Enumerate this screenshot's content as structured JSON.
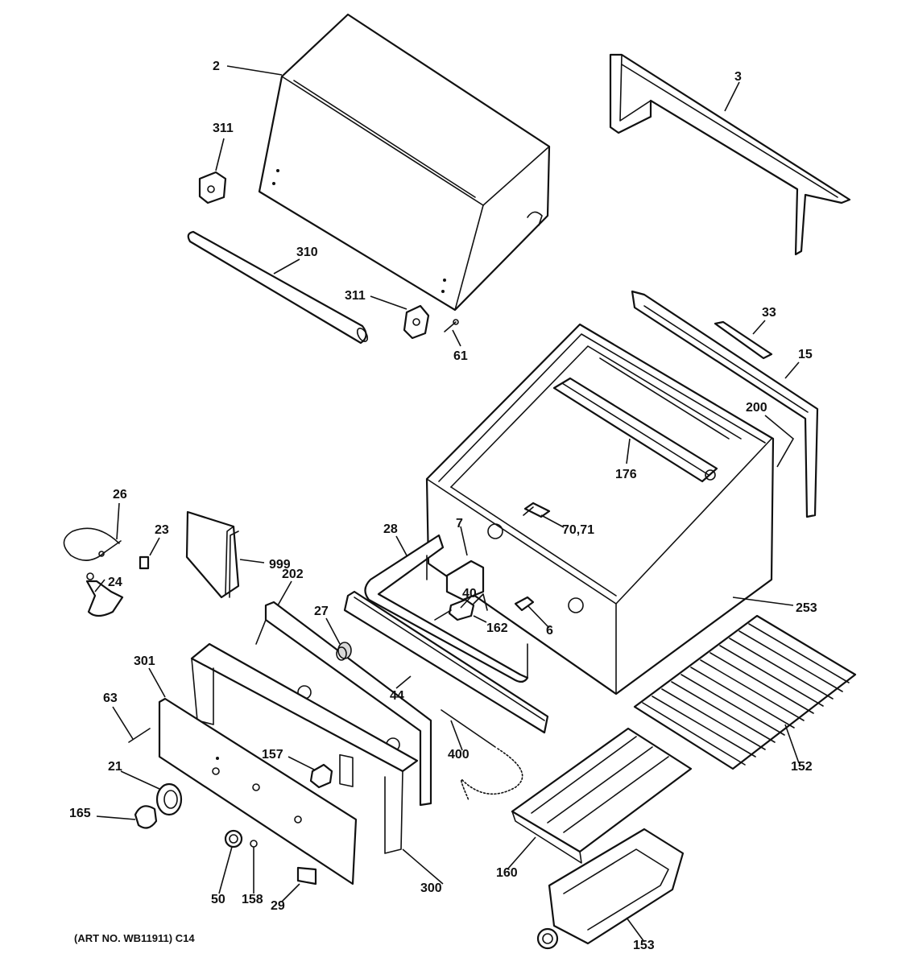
{
  "diagram": {
    "art_number": "(ART NO. WB11911) C14",
    "parts": [
      {
        "id": "lid",
        "label": "2"
      },
      {
        "id": "lid-rear-frame",
        "label": "3"
      },
      {
        "id": "handle-bracket-top",
        "label": "311"
      },
      {
        "id": "lid-handle",
        "label": "310"
      },
      {
        "id": "handle-bracket-bottom",
        "label": "311"
      },
      {
        "id": "screw-61",
        "label": "61"
      },
      {
        "id": "heat-shield",
        "label": "33"
      },
      {
        "id": "rear-panel",
        "label": "15"
      },
      {
        "id": "side-panels",
        "label": "200"
      },
      {
        "id": "rotisserie-burner",
        "label": "176"
      },
      {
        "id": "hose-assembly",
        "label": "26"
      },
      {
        "id": "orifice",
        "label": "23"
      },
      {
        "id": "regulator",
        "label": "24"
      },
      {
        "id": "manual",
        "label": "999"
      },
      {
        "id": "manifold",
        "label": "28"
      },
      {
        "id": "bracket-7",
        "label": "7"
      },
      {
        "id": "electrode",
        "label": "70,71"
      },
      {
        "id": "valve-40",
        "label": "40"
      },
      {
        "id": "valve-162",
        "label": "162"
      },
      {
        "id": "igniter-6",
        "label": "6"
      },
      {
        "id": "grill-body",
        "label": "253"
      },
      {
        "id": "control-panel-bracket",
        "label": "202"
      },
      {
        "id": "knob-insert",
        "label": "27"
      },
      {
        "id": "front-panel",
        "label": "301"
      },
      {
        "id": "screw-63",
        "label": "63"
      },
      {
        "id": "bezel",
        "label": "21"
      },
      {
        "id": "knob",
        "label": "165"
      },
      {
        "id": "drip-tray-handle",
        "label": "44"
      },
      {
        "id": "match-chain",
        "label": "400"
      },
      {
        "id": "igniter-switch",
        "label": "157"
      },
      {
        "id": "control-panel",
        "label": "300"
      },
      {
        "id": "igniter-button",
        "label": "50"
      },
      {
        "id": "screw-158",
        "label": "158"
      },
      {
        "id": "rating-label",
        "label": "29"
      },
      {
        "id": "cooking-grate",
        "label": "152"
      },
      {
        "id": "briquette-tray",
        "label": "160"
      },
      {
        "id": "burner",
        "label": "153"
      }
    ]
  }
}
